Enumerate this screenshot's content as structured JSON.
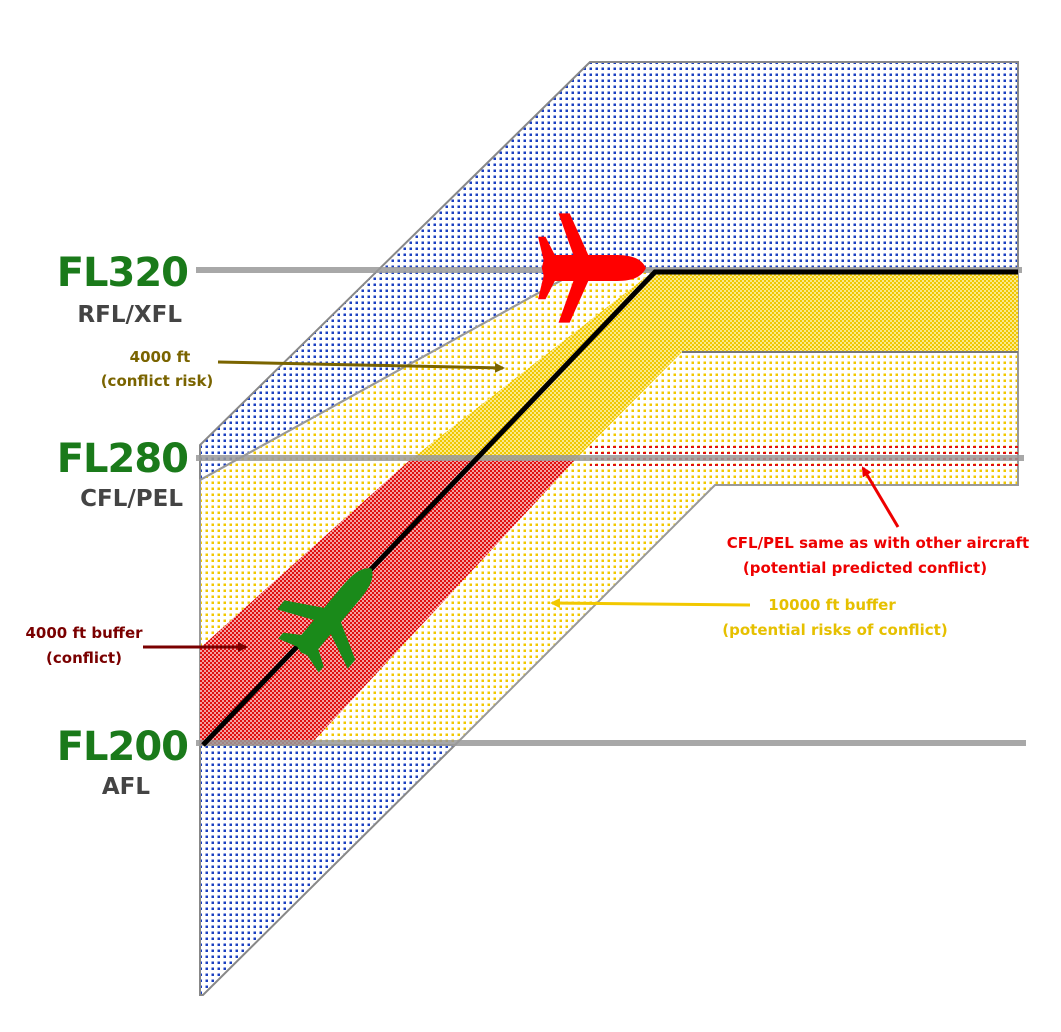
{
  "colors": {
    "blue_dots": "#1a3fc0",
    "yellow_dots": "#f2c800",
    "yellow_band": "#f5dc40",
    "red_band": "#e01010",
    "level_green": "#1a7a1a",
    "level_sub": "#444444",
    "olive": "#7a6400",
    "dark_red": "#7a0000",
    "red_text": "#ee0000",
    "gold_text": "#e6c000",
    "aircraft_red": "#ff0000",
    "aircraft_green": "#1a8a1a",
    "trajectory": "#000000",
    "level_line": "#999999"
  },
  "levels": [
    {
      "id": "fl320",
      "label": "FL320",
      "sub": "RFL/XFL"
    },
    {
      "id": "fl280",
      "label": "FL280",
      "sub": "CFL/PEL"
    },
    {
      "id": "fl200",
      "label": "FL200",
      "sub": "AFL"
    }
  ],
  "annotations": {
    "conflict_risk": {
      "line1": "4000 ft",
      "line2": "(conflict risk)"
    },
    "buffer_4000": {
      "line1": "4000 ft buffer",
      "line2": "(conflict)"
    },
    "buffer_10000": {
      "line1": "10000 ft buffer",
      "line2": "(potential risks of conflict)"
    },
    "cfl_pel": {
      "line1": "CFL/PEL same as with other aircraft",
      "line2": "(potential predicted conflict)"
    }
  },
  "aircraft": [
    {
      "id": "red",
      "icon": "airplane-icon"
    },
    {
      "id": "green",
      "icon": "airplane-icon"
    }
  ]
}
